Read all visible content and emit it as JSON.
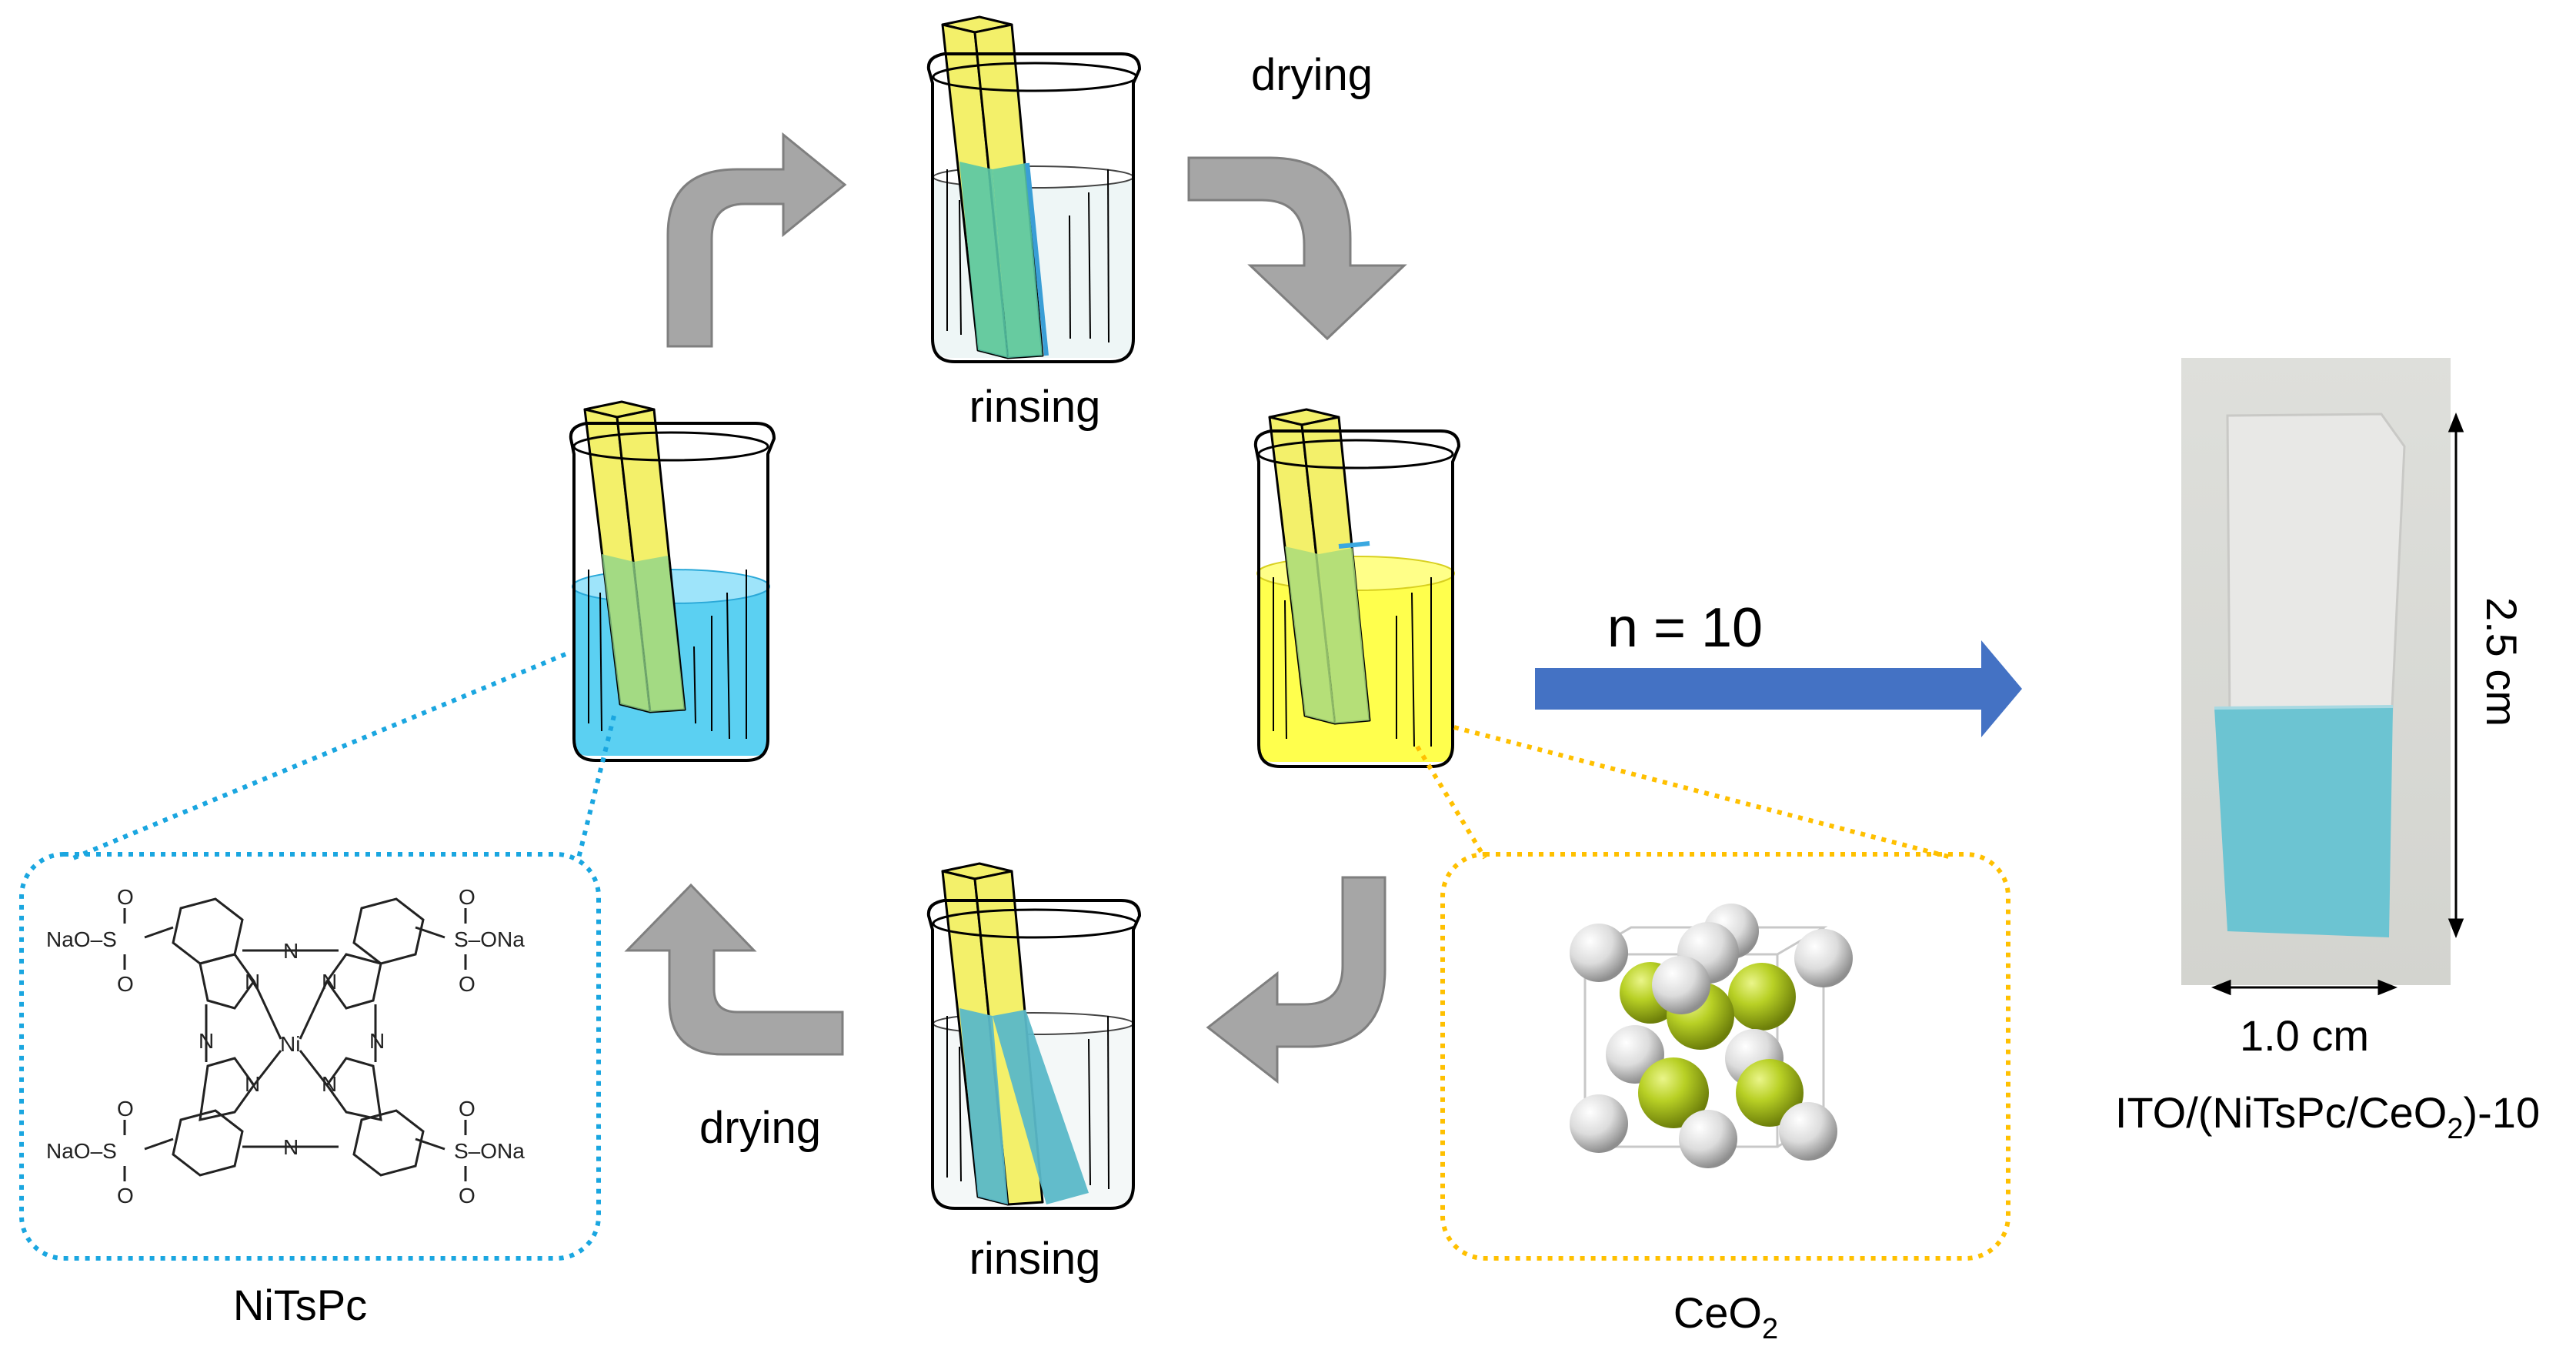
{
  "labels": {
    "rinsing_top": "rinsing",
    "rinsing_bottom": "rinsing",
    "drying_top": "drying",
    "drying_bottom": "drying",
    "repeat": "n = 10",
    "nitspc_name": "NiTsPc",
    "ceo2_name_main": "CeO",
    "ceo2_name_sub": "2",
    "height_dim": "2.5 cm",
    "width_dim": "1.0 cm",
    "product_prefix": "ITO/(NiTsPc/CeO",
    "product_sub": "2",
    "product_suffix": ")-10"
  },
  "structure_text": {
    "group": "NaO–S",
    "counter": "S–ONa",
    "O": "O",
    "N": "N",
    "Ni": "Ni"
  },
  "colors": {
    "nitspc_solution": "#5bd0f2",
    "ceo2_solution": "#ffff4d",
    "rinse_water": "#58c6a6",
    "substrate": "#f3f06a",
    "film": "#5ab8c8",
    "arrow_gray": "#a6a6a6",
    "arrow_blue": "#4472c4",
    "nitspc_outline": "#1aa6e0",
    "ceo2_outline": "#ffc000",
    "ce_atom": "#a6c21a",
    "o_atom": "#e2e2e2"
  }
}
